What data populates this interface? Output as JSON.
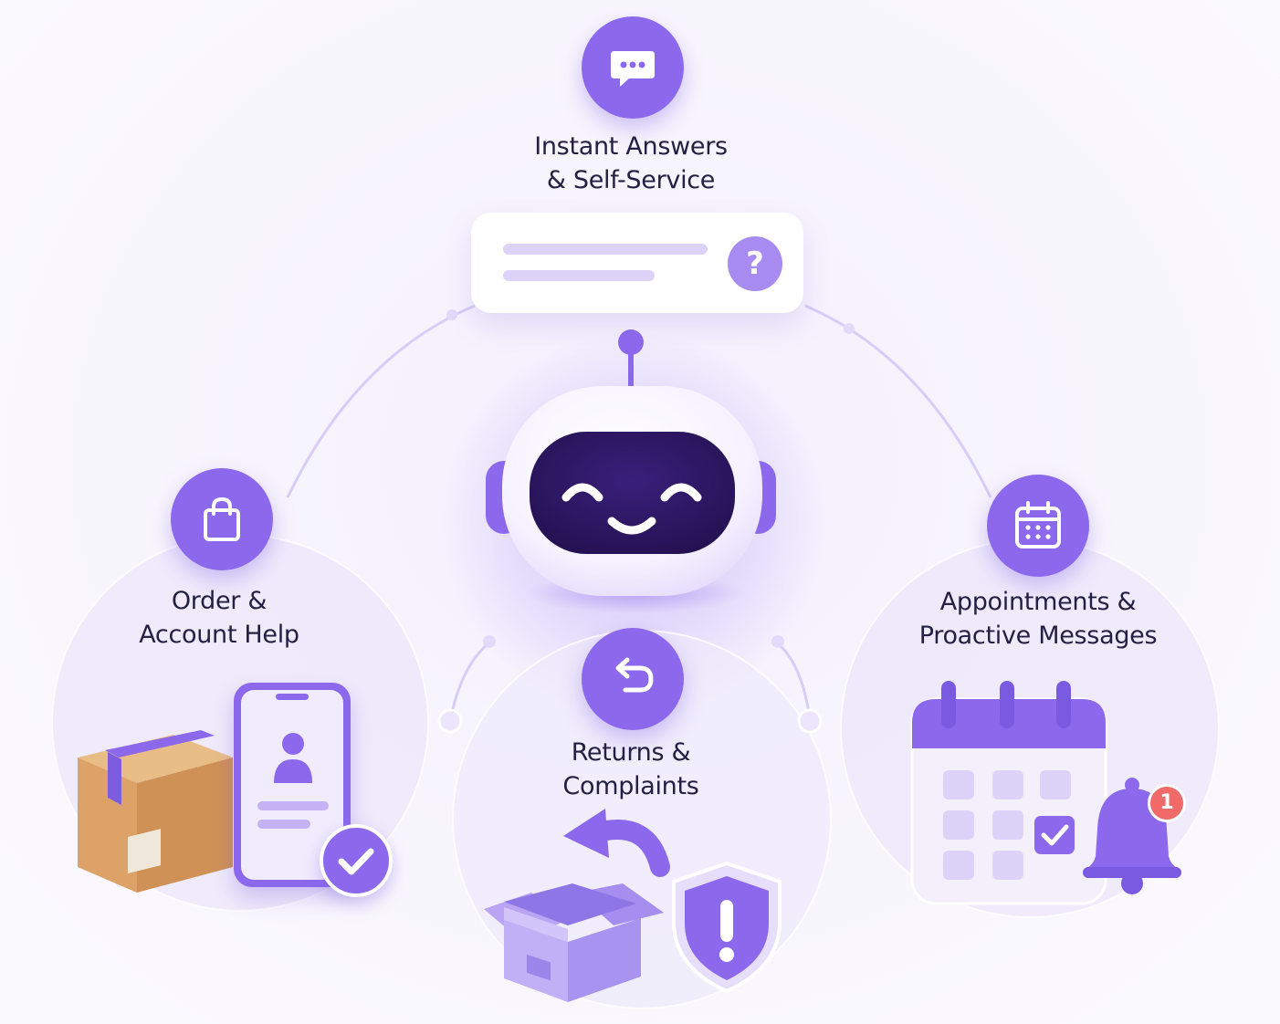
{
  "features": [
    {
      "id": "instant",
      "icon": "chat-bubble-icon",
      "lines": [
        "Instant Answers",
        "& Self-Service"
      ]
    },
    {
      "id": "order",
      "icon": "shopping-bag-icon",
      "lines": [
        "Order &",
        "Account Help"
      ]
    },
    {
      "id": "returns",
      "icon": "return-arrow-icon",
      "lines": [
        "Returns &",
        "Complaints"
      ]
    },
    {
      "id": "appointments",
      "icon": "calendar-icon",
      "lines": [
        "Appointments &",
        "Proactive Messages"
      ]
    }
  ],
  "search_card": {
    "icon": "question-mark-icon",
    "glyph": "?"
  },
  "notification_badge": "1",
  "alert_glyph": "!",
  "colors": {
    "accent": "#8c69ec",
    "accent_light": "#b8a4f3",
    "robot_screen": "#2a1660",
    "text": "#232044",
    "badge_red": "#f06a6a",
    "box_brown": "#d9a66d"
  }
}
